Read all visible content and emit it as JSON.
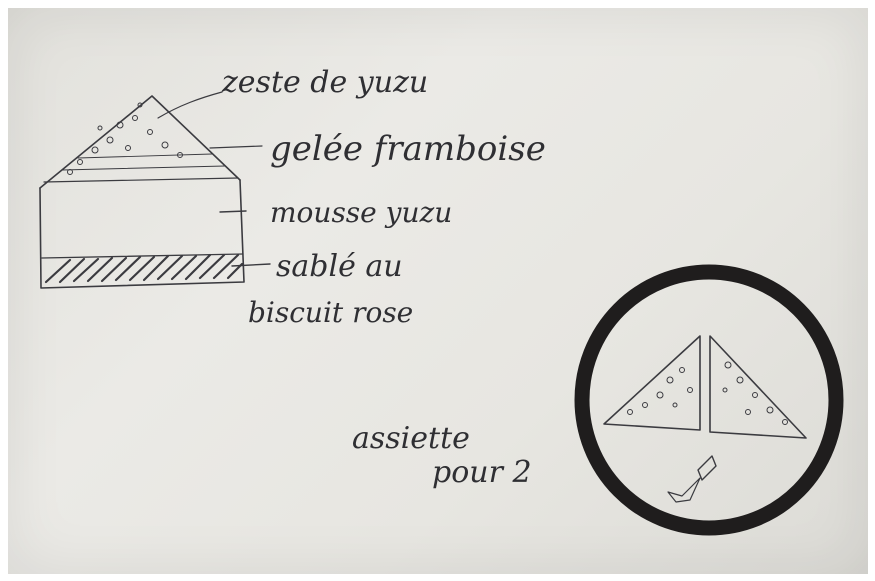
{
  "labels": {
    "zest": "zeste de yuzu",
    "jelly": "gelée framboise",
    "mousse": "mousse yuzu",
    "sable": "sablé au",
    "biscuit": "biscuit rose",
    "plate_line1": "assiette",
    "plate_line2": "pour 2"
  },
  "colors": {
    "paper": "#e8e7e2",
    "ink": "#2f2f33",
    "plate_rim": "#1f1d1d"
  }
}
